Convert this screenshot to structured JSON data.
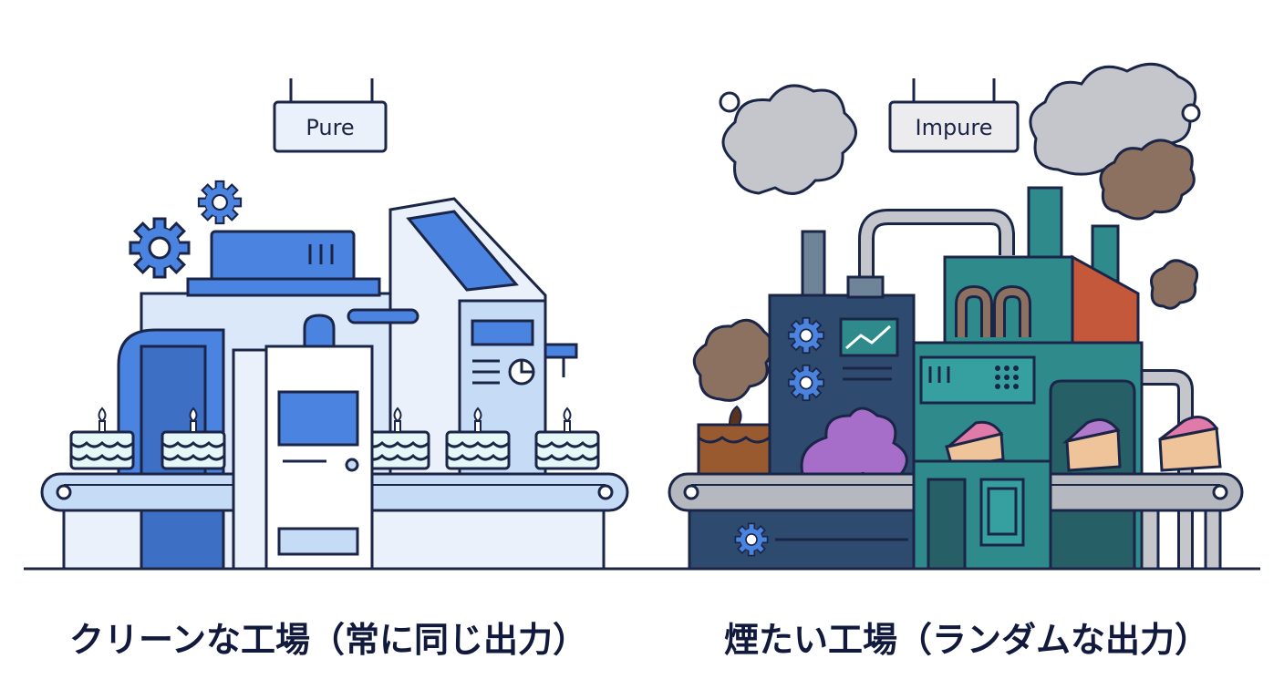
{
  "pure_panel": {
    "sign": "Pure",
    "caption": "クリーンな工場（常に同じ出力）"
  },
  "impure_panel": {
    "sign": "Impure",
    "caption": "煙たい工場（ランダムな出力）"
  },
  "colors": {
    "outline": "#1b2547",
    "pure_blue": "#4a84e0",
    "pure_light": "#dbe8fa",
    "impure_navy": "#2e4a6e",
    "impure_teal": "#2f8a8c",
    "impure_rust": "#c4583a",
    "smoke_gray": "#c4c6cc",
    "smoke_brown": "#8c7060"
  }
}
